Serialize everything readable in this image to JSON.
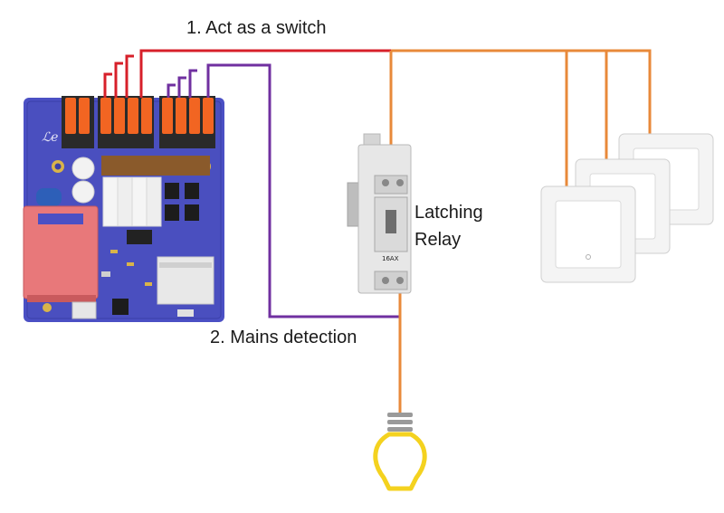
{
  "labels": {
    "act_as_switch": "1. Act as a switch",
    "mains_detection": "2. Mains detection",
    "relay_line1": "Latching",
    "relay_line2": "Relay"
  },
  "relay_rating": "16AX",
  "colors": {
    "switch_wire": "#d7202a",
    "mains_wire": "#7030a0",
    "load_wire": "#e8893a",
    "bulb": "#f4d21f",
    "pcb": "#4b50c4",
    "terminal": "#f26522",
    "transformer": "#e8787a"
  },
  "icons": [
    "pcb-board-icon",
    "latching-relay-icon",
    "wall-switch-icon",
    "light-bulb-icon"
  ]
}
